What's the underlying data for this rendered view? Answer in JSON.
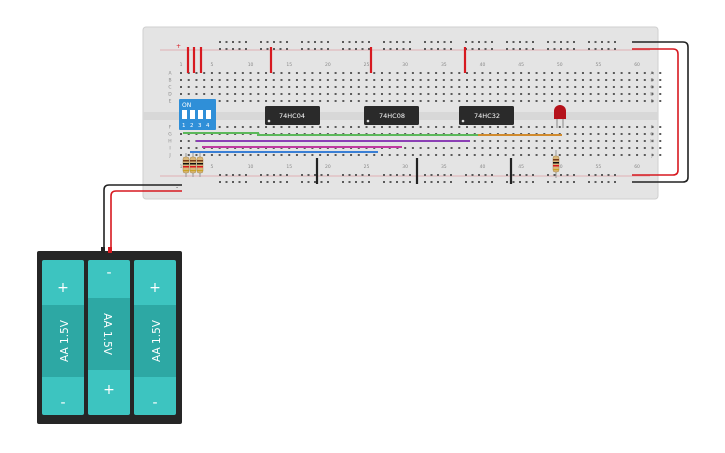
{
  "breadboard": {
    "column_labels": [
      "1",
      "5",
      "10",
      "15",
      "20",
      "25",
      "30",
      "35",
      "40",
      "45",
      "50",
      "55",
      "60"
    ],
    "row_labels_top": [
      "A",
      "B",
      "C",
      "D",
      "E"
    ],
    "row_labels_bottom": [
      "F",
      "G",
      "H",
      "I",
      "J"
    ],
    "rail_top_marker": "+",
    "rail_bottom_marker": "-"
  },
  "dip_switch": {
    "on_label": "ON",
    "switch_numbers": [
      "1",
      "2",
      "3",
      "4"
    ],
    "color": "#2f8fd8"
  },
  "chips": [
    {
      "part": "74HC04"
    },
    {
      "part": "74HC08"
    },
    {
      "part": "74HC32"
    }
  ],
  "led": {
    "color": "#b5121b"
  },
  "battery": {
    "cells": [
      {
        "label": "AA 1.5V",
        "top": "+",
        "bottom": "-"
      },
      {
        "label": "AA 1.5V",
        "top": "-",
        "bottom": "+"
      },
      {
        "label": "AA 1.5V",
        "top": "+",
        "bottom": "-"
      }
    ],
    "cell_color": "#3dc4c0",
    "case_color": "#262626"
  },
  "wire_colors": {
    "power": "#d71920",
    "ground": "#222222",
    "green": "#5bb85a",
    "blue": "#3a7fd5",
    "purple": "#8b3fb5",
    "magenta": "#c03aa0",
    "orange": "#d08a2e"
  }
}
